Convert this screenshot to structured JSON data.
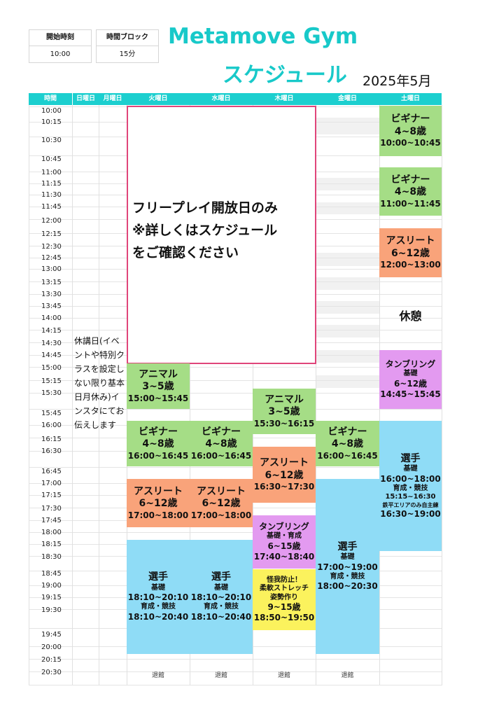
{
  "info": {
    "start_label": "開始時刻",
    "start_value": "10:00",
    "block_label": "時間ブロック",
    "block_value": "15分"
  },
  "title": {
    "line1": "Metamove Gym",
    "line2": "スケジュール",
    "month": "2025年5月"
  },
  "headers": {
    "time": "時間",
    "sun": "日曜日",
    "mon": "月曜日",
    "tue": "火曜日",
    "wed": "水曜日",
    "thu": "木曜日",
    "fri": "金曜日",
    "sat": "土曜日"
  },
  "times": [
    "10:00",
    "10:15",
    "10:30",
    "10:45",
    "11:00",
    "11:15",
    "11:30",
    "11:45",
    "12:00",
    "12:15",
    "12:30",
    "12:45",
    "13:00",
    "13:15",
    "13:30",
    "13:45",
    "14:00",
    "14:15",
    "14:30",
    "14:45",
    "15:00",
    "15:15",
    "15:30",
    "15:45",
    "16:00",
    "16:15",
    "16:30",
    "16:45",
    "17:00",
    "17:15",
    "17:30",
    "17:45",
    "18:00",
    "18:15",
    "18:30",
    "18:45",
    "19:00",
    "19:15",
    "19:30",
    "19:45",
    "20:00",
    "20:15",
    "20:30"
  ],
  "closed_note": "休講日(イベントや特別クラスを設定しない限り基本日月休み)インスタにてお伝えします",
  "free_play": {
    "l1": "フリープレイ開放日のみ",
    "l2": "※詳しくはスケジュール",
    "l3": "をご確認ください"
  },
  "break_label": "休憩",
  "events": {
    "sat_beg1": {
      "name": "ビギナー",
      "age": "4~8歳",
      "time": "10:00~10:45"
    },
    "sat_beg2": {
      "name": "ビギナー",
      "age": "4~8歳",
      "time": "11:00~11:45"
    },
    "sat_ath": {
      "name": "アスリート",
      "age": "6~12歳",
      "time": "12:00~13:00"
    },
    "sat_tumb": {
      "name": "タンブリング",
      "sub": "基礎",
      "age": "6~12歳",
      "time": "14:45~15:45"
    },
    "sat_sensh": {
      "name": "選手",
      "sub1": "基礎",
      "time1": "16:00~18:00",
      "sub2": "育成・競技",
      "time2": "15:15~16:30",
      "note": "鉄平エリアのみ自主練",
      "time3": "16:30~19:00"
    },
    "tue_animal": {
      "name": "アニマル",
      "age": "3~5歳",
      "time": "15:00~15:45"
    },
    "thu_animal": {
      "name": "アニマル",
      "age": "3~5歳",
      "time": "15:30~16:15"
    },
    "tue_beg": {
      "name": "ビギナー",
      "age": "4~8歳",
      "time": "16:00~16:45"
    },
    "wed_beg": {
      "name": "ビギナー",
      "age": "4~8歳",
      "time": "16:00~16:45"
    },
    "fri_beg": {
      "name": "ビギナー",
      "age": "4~8歳",
      "time": "16:00~16:45"
    },
    "thu_ath": {
      "name": "アスリート",
      "age": "6~12歳",
      "time": "16:30~17:30"
    },
    "tue_ath": {
      "name": "アスリート",
      "age": "6~12歳",
      "time": "17:00~18:00"
    },
    "wed_ath": {
      "name": "アスリート",
      "age": "6~12歳",
      "time": "17:00~18:00"
    },
    "thu_tumb": {
      "name": "タンブリング",
      "sub": "基礎・育成",
      "age": "6~15歳",
      "time": "17:40~18:40"
    },
    "thu_stretch": {
      "l1": "怪我防止！",
      "l2": "柔軟ストレッチ",
      "l3": "姿勢作り",
      "age": "9~15歳",
      "time": "18:50~19:50"
    },
    "fri_sensh": {
      "name": "選手",
      "sub1": "基礎",
      "time1": "17:00~19:00",
      "sub2": "育成・競技",
      "time2": "18:00~20:30"
    },
    "tue_sensh": {
      "name": "選手",
      "sub1": "基礎",
      "time1": "18:10~20:10",
      "sub2": "育成・競技",
      "time2": "18:10~20:40"
    },
    "wed_sensh": {
      "name": "選手",
      "sub1": "基礎",
      "time1": "18:10~20:10",
      "sub2": "育成・競技",
      "time2": "18:10~20:40"
    }
  },
  "footer": {
    "tue": "退館",
    "wed": "退館",
    "thu": "退館",
    "fri": "退館"
  },
  "colors": {
    "header": "#1ccfcf",
    "title": "#18c9c9",
    "beginner": "#a5dd86",
    "athlete": "#f9a37a",
    "senshu": "#8fdcf6",
    "tumbling": "#e39af0",
    "stretch": "#fbf25d",
    "free_play_border": "#e0457a"
  }
}
